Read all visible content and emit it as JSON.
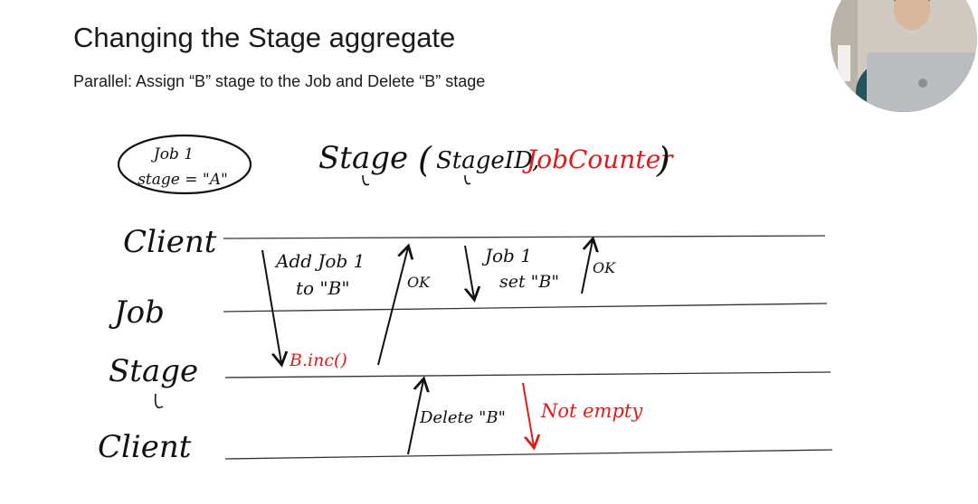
{
  "slide": {
    "title": "Changing the Stage aggregate",
    "subtitle": "Parallel: Assign “B” stage to the Job and Delete “B” stage"
  },
  "diagram": {
    "job_bubble": {
      "line1": "Job 1",
      "line2": "stage = \"A\""
    },
    "aggregate": {
      "name": "Stage",
      "open_paren": "(",
      "field_id": "StageID,",
      "field_counter": "JobCounter",
      "close_paren": ")"
    },
    "lanes": [
      "Client",
      "Job",
      "Stage",
      "Client"
    ],
    "messages": {
      "add_line1": "Add Job 1",
      "add_line2": "to \"B\"",
      "inc": "B.inc()",
      "ok1": "OK",
      "set_line1": "Job 1",
      "set_line2": "set \"B\"",
      "ok2": "OK",
      "delete": "Delete \"B\"",
      "not_empty": "Not empty"
    },
    "colors": {
      "ink": "#111111",
      "red": "#e01b1b"
    }
  }
}
